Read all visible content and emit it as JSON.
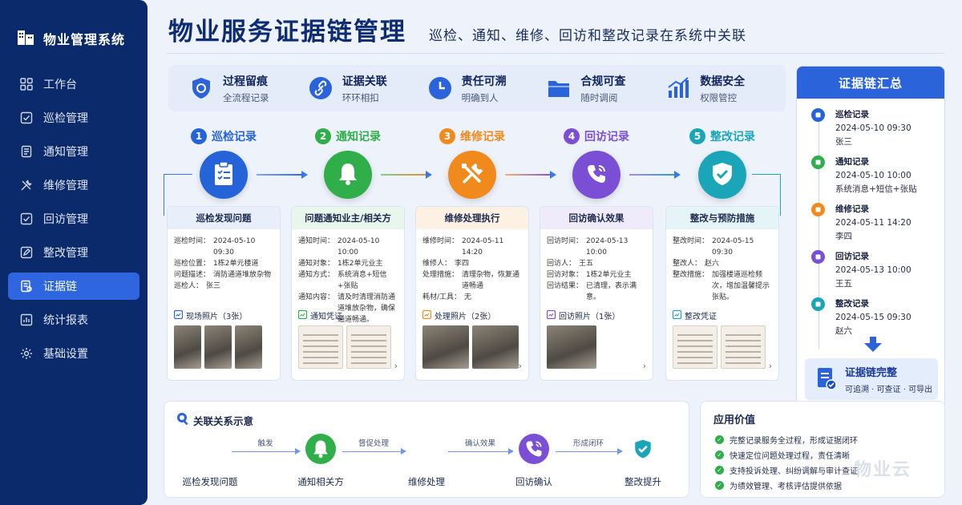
{
  "sidebar": {
    "brand": "物业管理系统",
    "items": [
      {
        "label": "工作台",
        "icon": "grid-icon"
      },
      {
        "label": "巡检管理",
        "icon": "checkbox-icon"
      },
      {
        "label": "通知管理",
        "icon": "document-icon"
      },
      {
        "label": "维修管理",
        "icon": "wrench-icon"
      },
      {
        "label": "回访管理",
        "icon": "checkbox-icon"
      },
      {
        "label": "整改管理",
        "icon": "edit-icon"
      },
      {
        "label": "证据链",
        "icon": "evidence-icon",
        "active": true
      },
      {
        "label": "统计报表",
        "icon": "report-icon"
      },
      {
        "label": "基础设置",
        "icon": "gear-icon"
      }
    ]
  },
  "header": {
    "title": "物业服务证据链管理",
    "subtitle": "巡检、通知、维修、回访和整改记录在系统中关联"
  },
  "features": [
    {
      "title": "过程留痕",
      "sub": "全流程记录",
      "icon": "shield-icon"
    },
    {
      "title": "证据关联",
      "sub": "环环相扣",
      "icon": "link-icon"
    },
    {
      "title": "责任可溯",
      "sub": "明确到人",
      "icon": "clock-icon"
    },
    {
      "title": "合规可查",
      "sub": "随时调阅",
      "icon": "folder-icon"
    },
    {
      "title": "数据安全",
      "sub": "权限管控",
      "icon": "chart-icon"
    }
  ],
  "steps": [
    {
      "num": "1",
      "title": "巡检记录",
      "color": "#2563d9",
      "icon": "clipboard-icon",
      "card_title": "巡检发现问题",
      "header_bg": "#e8effb",
      "rows": [
        {
          "k": "巡检时间：",
          "v": "2024-05-10 09:30"
        },
        {
          "k": "巡检位置：",
          "v": "1栋2单元楼道"
        },
        {
          "k": "问题描述：",
          "v": "消防通道堆放杂物"
        },
        {
          "k": "巡检人：",
          "v": "张三"
        }
      ],
      "photo_label": "现场照片（3张）",
      "photo_kind": "photo",
      "photo_count": 3
    },
    {
      "num": "2",
      "title": "通知记录",
      "color": "#2fae4a",
      "icon": "bell-icon",
      "card_title": "问题通知业主/相关方",
      "header_bg": "#e9f6ec",
      "rows": [
        {
          "k": "通知时间：",
          "v": "2024-05-10 10:00"
        },
        {
          "k": "通知对象：",
          "v": "1栋2单元业主"
        },
        {
          "k": "通知方式：",
          "v": "系统消息+短信+张贴"
        },
        {
          "k": "通知内容：",
          "v": "请及时清理消防通道堆放杂物，确保通道畅通。"
        }
      ],
      "photo_label": "通知凭证",
      "photo_kind": "doc",
      "photo_count": 2
    },
    {
      "num": "3",
      "title": "维修记录",
      "color": "#f08a1c",
      "icon": "tools-icon",
      "card_title": "维修处理执行",
      "header_bg": "#fdf1e4",
      "rows": [
        {
          "k": "维修时间：",
          "v": "2024-05-11 14:20"
        },
        {
          "k": "维修人：",
          "v": "李四"
        },
        {
          "k": "处理措施：",
          "v": "清理杂物，恢复通道畅通"
        },
        {
          "k": "耗材/工具：",
          "v": "无"
        }
      ],
      "photo_label": "处理照片（2张）",
      "photo_kind": "photo",
      "photo_count": 2
    },
    {
      "num": "4",
      "title": "回访记录",
      "color": "#7a4fd6",
      "icon": "phone-icon",
      "card_title": "回访确认效果",
      "header_bg": "#f0ebfb",
      "rows": [
        {
          "k": "回访时间：",
          "v": "2024-05-13 10:00"
        },
        {
          "k": "回访人：",
          "v": "王五"
        },
        {
          "k": "回访对象：",
          "v": "1栋2单元业主"
        },
        {
          "k": "回访结果：",
          "v": "已清理，表示满意。"
        }
      ],
      "photo_label": "回访照片（1张）",
      "photo_kind": "photo",
      "photo_count": 1
    },
    {
      "num": "5",
      "title": "整改记录",
      "color": "#1aa6b8",
      "icon": "shield-check-icon",
      "card_title": "整改与预防措施",
      "header_bg": "#e5f5f7",
      "rows": [
        {
          "k": "整改时间：",
          "v": "2024-05-15 09:30"
        },
        {
          "k": "整改人：",
          "v": "赵六"
        },
        {
          "k": "整改措施：",
          "v": "加强楼道巡检频次，增加温馨提示张贴。"
        }
      ],
      "photo_label": "整改凭证",
      "photo_kind": "doc",
      "photo_count": 2
    }
  ],
  "summary": {
    "title": "证据链汇总",
    "items": [
      {
        "name": "巡检记录",
        "time": "2024-05-10 09:30",
        "person": "张三",
        "color": "#2563d9"
      },
      {
        "name": "通知记录",
        "time": "2024-05-10 10:00",
        "person": "系统消息+短信+张贴",
        "color": "#2fae4a"
      },
      {
        "name": "维修记录",
        "time": "2024-05-11 14:20",
        "person": "李四",
        "color": "#f08a1c"
      },
      {
        "name": "回访记录",
        "time": "2024-05-13 10:00",
        "person": "王五",
        "color": "#7a4fd6"
      },
      {
        "name": "整改记录",
        "time": "2024-05-15 09:30",
        "person": "赵六",
        "color": "#1aa6b8"
      }
    ],
    "complete_title": "证据链完整",
    "complete_sub": "可追溯 · 可查证 · 可导出"
  },
  "relation": {
    "title": "关联关系示意",
    "nodes": [
      "巡检发现问题",
      "通知相关方",
      "维修处理",
      "回访确认",
      "整改提升"
    ],
    "arrows": [
      "触发",
      "督促处理",
      "确认效果",
      "形成闭环"
    ]
  },
  "value": {
    "title": "应用价值",
    "items": [
      "完整记录服务全过程，形成证据闭环",
      "快速定位问题处理过程，责任清晰",
      "支持投诉处理、纠纷调解与审计查证",
      "为绩效管理、考核评估提供依据"
    ]
  },
  "watermark": "物业云"
}
